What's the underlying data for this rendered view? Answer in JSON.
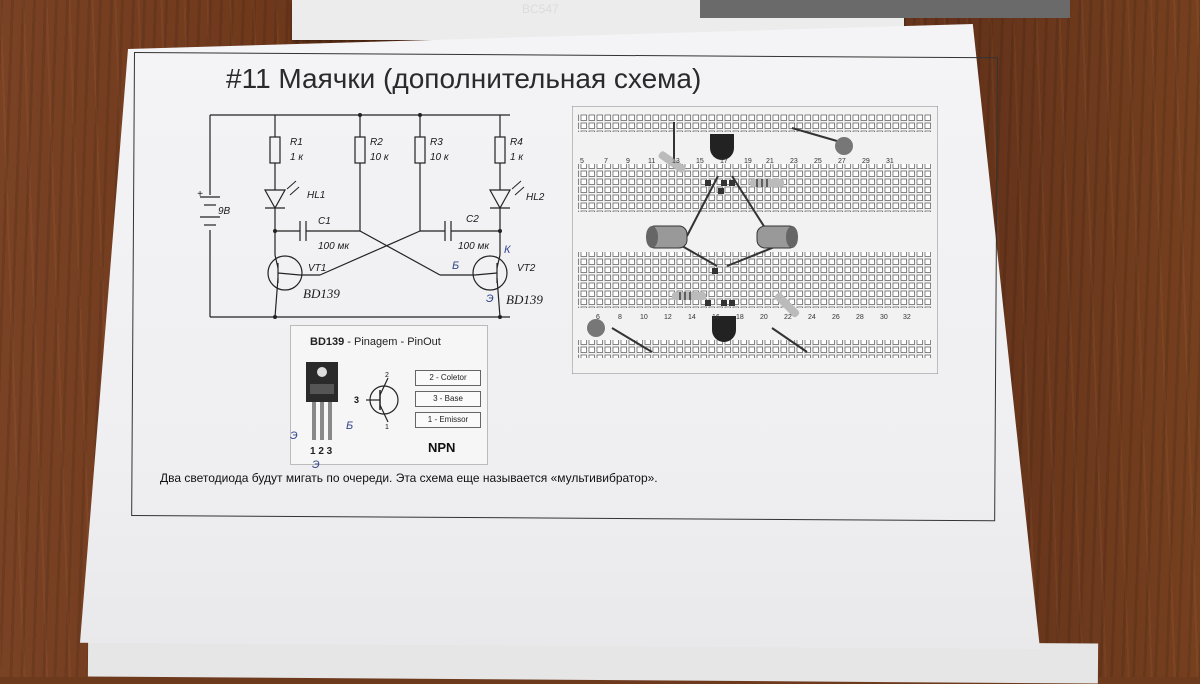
{
  "back_sheet": {
    "label": "BC547"
  },
  "page": {
    "title": "#11 Маячки (дополнительная схема)",
    "caption": "Два светодиода будут мигать по очереди. Эта схема еще называется «мультивибратор»."
  },
  "schematic": {
    "battery": "9В",
    "resistors": [
      {
        "name": "R1",
        "value": "1 к"
      },
      {
        "name": "R2",
        "value": "10 к"
      },
      {
        "name": "R3",
        "value": "10 к"
      },
      {
        "name": "R4",
        "value": "1 к"
      }
    ],
    "leds": [
      "HL1",
      "HL2"
    ],
    "capacitors": [
      {
        "name": "C1",
        "value": "100 мк"
      },
      {
        "name": "C2",
        "value": "100 мк"
      }
    ],
    "transistors": [
      {
        "name": "VT1",
        "model": "BD139"
      },
      {
        "name": "VT2",
        "model": "BD139"
      }
    ]
  },
  "pinout": {
    "model": "BD139",
    "heading_rest": " - Pinagem - PinOut",
    "pins": [
      "2 - Coletor",
      "3 - Base",
      "1 - Emissor"
    ],
    "pin_numbers": "1 2 3",
    "type": "NPN"
  },
  "breadboard": {
    "top_numbers": [
      "5",
      "7",
      "9",
      "11",
      "13",
      "15",
      "17",
      "19",
      "21",
      "23",
      "25",
      "27",
      "29",
      "31"
    ],
    "bottom_numbers": [
      "6",
      "8",
      "10",
      "12",
      "14",
      "16",
      "18",
      "20",
      "22",
      "24",
      "26",
      "28",
      "30",
      "32"
    ]
  },
  "handwriting": {
    "marks": [
      "Э",
      "Б",
      "К",
      "Б",
      "Э",
      "Б",
      "Э"
    ]
  }
}
